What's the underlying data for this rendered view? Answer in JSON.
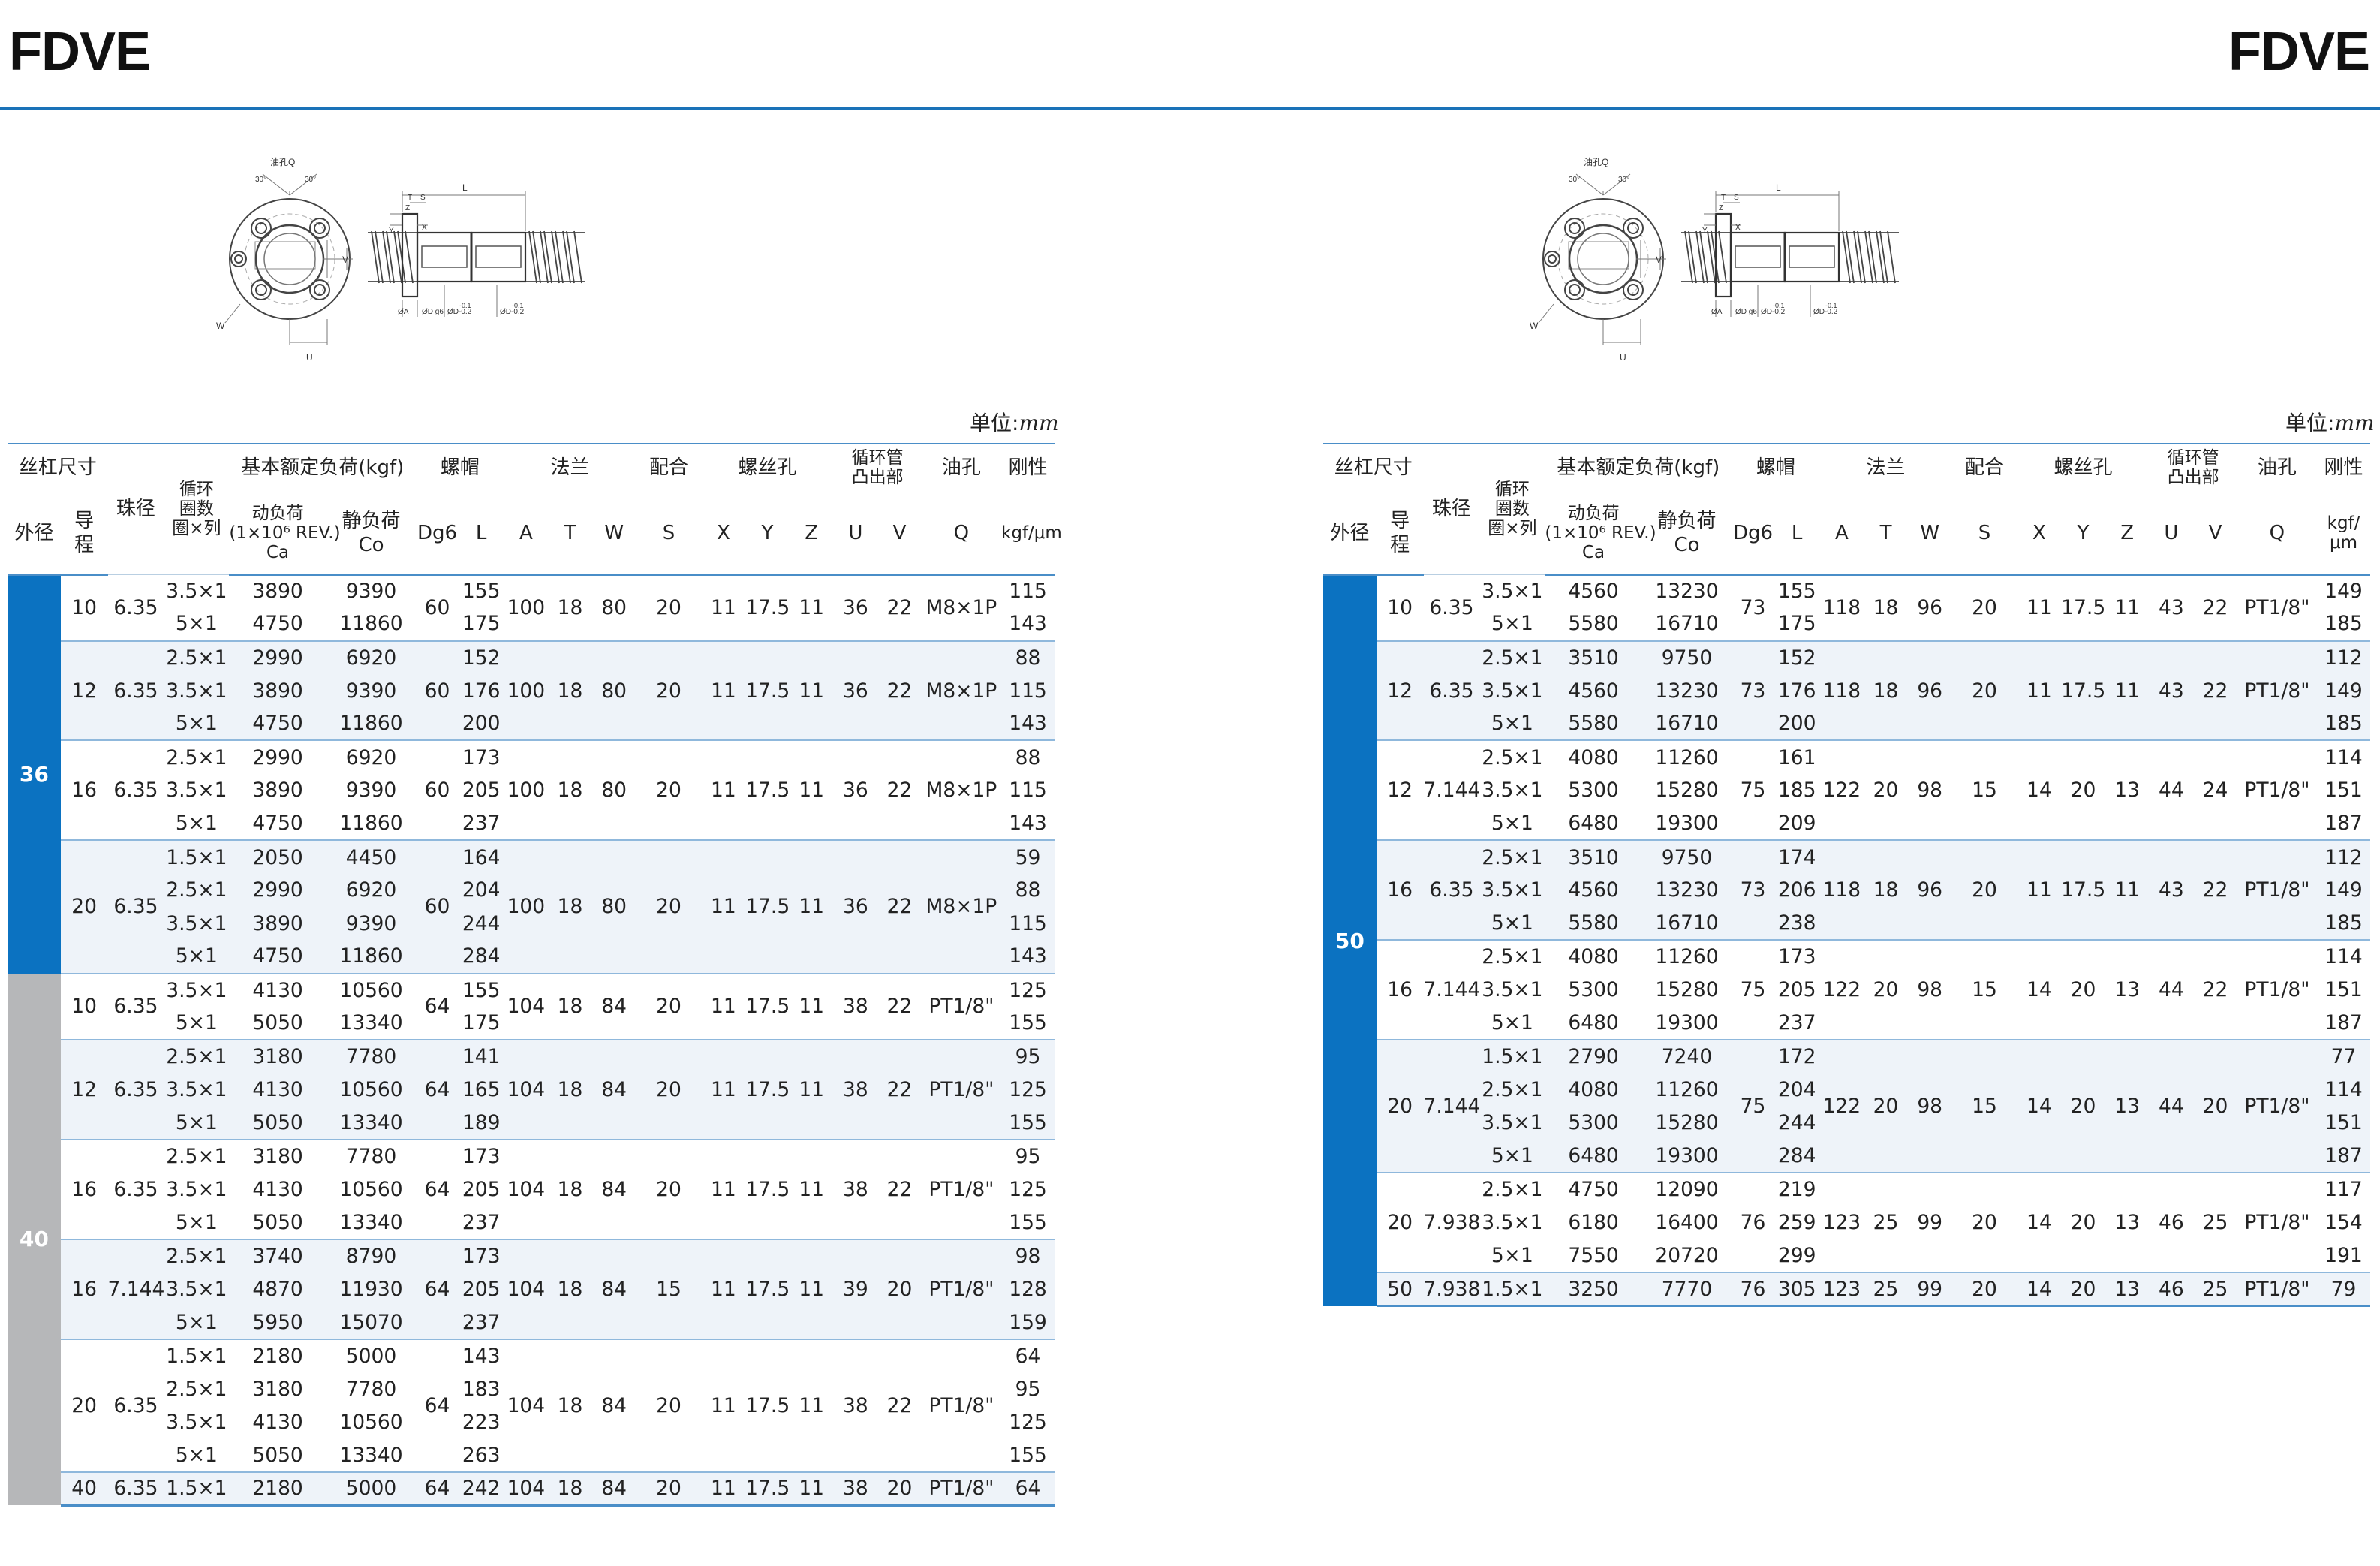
{
  "page": {
    "brand_left": "FDVE",
    "brand_right": "FDVE",
    "unit_label": "单位:",
    "unit_value": "mm"
  },
  "drawing_labels": {
    "oil_hole": "油孔Q",
    "angle_a": "30°",
    "angle_b": "30°",
    "w": "W",
    "u": "U",
    "v": "V",
    "l": "L",
    "t": "T",
    "s": "S",
    "z": "Z",
    "y": "Y",
    "x": "X",
    "da": "ØA",
    "dg6": "ØD g6",
    "dd1": "ØD-0.2",
    "dd2": "ØD-0.2",
    "tol1": "-0.1",
    "tol2": "-0.1"
  },
  "header": {
    "screw_size": "丝杠尺寸",
    "ball_dia": "珠径",
    "circuits": "循环\n圈数\n圈×列",
    "load_rating": "基本额定负荷(kgf)",
    "nut": "螺帽",
    "flange": "法兰",
    "fit": "配合",
    "screw_hole": "螺丝孔",
    "return_tube": "循环管\n凸出部",
    "oil_hole": "油孔",
    "stiffness": "刚性",
    "outer_dia": "外径",
    "lead": "导\n程",
    "dynamic": "动负荷\n(1×10⁶ REV.)\nCa",
    "static": "静负荷\nCo",
    "dg6": "Dg6",
    "l": "L",
    "a": "A",
    "t": "T",
    "w": "W",
    "s": "S",
    "x": "X",
    "y": "Y",
    "z": "Z",
    "u": "U",
    "v": "V",
    "q": "Q",
    "stiff_unit_left": "kgf/μm",
    "stiff_unit_right": "kgf/\nμm"
  },
  "left_table": {
    "blocks": [
      {
        "outer": "36",
        "groups": [
          {
            "lead": "10",
            "ball": "6.35",
            "dg6": "60",
            "a": "100",
            "t": "18",
            "w": "80",
            "s": "20",
            "x": "11",
            "y": "17.5",
            "z": "11",
            "u": "36",
            "v": "22",
            "q": "M8×1P",
            "rows": [
              {
                "c": "3.5×1",
                "ca": "3890",
                "co": "9390",
                "l": "155",
                "k": "115"
              },
              {
                "c": "5×1",
                "ca": "4750",
                "co": "11860",
                "l": "175",
                "k": "143"
              }
            ]
          },
          {
            "lead": "12",
            "ball": "6.35",
            "dg6": "60",
            "a": "100",
            "t": "18",
            "w": "80",
            "s": "20",
            "x": "11",
            "y": "17.5",
            "z": "11",
            "u": "36",
            "v": "22",
            "q": "M8×1P",
            "rows": [
              {
                "c": "2.5×1",
                "ca": "2990",
                "co": "6920",
                "l": "152",
                "k": "88"
              },
              {
                "c": "3.5×1",
                "ca": "3890",
                "co": "9390",
                "l": "176",
                "k": "115"
              },
              {
                "c": "5×1",
                "ca": "4750",
                "co": "11860",
                "l": "200",
                "k": "143"
              }
            ]
          },
          {
            "lead": "16",
            "ball": "6.35",
            "dg6": "60",
            "a": "100",
            "t": "18",
            "w": "80",
            "s": "20",
            "x": "11",
            "y": "17.5",
            "z": "11",
            "u": "36",
            "v": "22",
            "q": "M8×1P",
            "rows": [
              {
                "c": "2.5×1",
                "ca": "2990",
                "co": "6920",
                "l": "173",
                "k": "88"
              },
              {
                "c": "3.5×1",
                "ca": "3890",
                "co": "9390",
                "l": "205",
                "k": "115"
              },
              {
                "c": "5×1",
                "ca": "4750",
                "co": "11860",
                "l": "237",
                "k": "143"
              }
            ]
          },
          {
            "lead": "20",
            "ball": "6.35",
            "dg6": "60",
            "a": "100",
            "t": "18",
            "w": "80",
            "s": "20",
            "x": "11",
            "y": "17.5",
            "z": "11",
            "u": "36",
            "v": "22",
            "q": "M8×1P",
            "rows": [
              {
                "c": "1.5×1",
                "ca": "2050",
                "co": "4450",
                "l": "164",
                "k": "59"
              },
              {
                "c": "2.5×1",
                "ca": "2990",
                "co": "6920",
                "l": "204",
                "k": "88"
              },
              {
                "c": "3.5×1",
                "ca": "3890",
                "co": "9390",
                "l": "244",
                "k": "115"
              },
              {
                "c": "5×1",
                "ca": "4750",
                "co": "11860",
                "l": "284",
                "k": "143"
              }
            ]
          }
        ]
      },
      {
        "outer": "40",
        "groups": [
          {
            "lead": "10",
            "ball": "6.35",
            "dg6": "64",
            "a": "104",
            "t": "18",
            "w": "84",
            "s": "20",
            "x": "11",
            "y": "17.5",
            "z": "11",
            "u": "38",
            "v": "22",
            "q": "PT1/8\"",
            "rows": [
              {
                "c": "3.5×1",
                "ca": "4130",
                "co": "10560",
                "l": "155",
                "k": "125"
              },
              {
                "c": "5×1",
                "ca": "5050",
                "co": "13340",
                "l": "175",
                "k": "155"
              }
            ]
          },
          {
            "lead": "12",
            "ball": "6.35",
            "dg6": "64",
            "a": "104",
            "t": "18",
            "w": "84",
            "s": "20",
            "x": "11",
            "y": "17.5",
            "z": "11",
            "u": "38",
            "v": "22",
            "q": "PT1/8\"",
            "rows": [
              {
                "c": "2.5×1",
                "ca": "3180",
                "co": "7780",
                "l": "141",
                "k": "95"
              },
              {
                "c": "3.5×1",
                "ca": "4130",
                "co": "10560",
                "l": "165",
                "k": "125"
              },
              {
                "c": "5×1",
                "ca": "5050",
                "co": "13340",
                "l": "189",
                "k": "155"
              }
            ]
          },
          {
            "lead": "16",
            "ball": "6.35",
            "dg6": "64",
            "a": "104",
            "t": "18",
            "w": "84",
            "s": "20",
            "x": "11",
            "y": "17.5",
            "z": "11",
            "u": "38",
            "v": "22",
            "q": "PT1/8\"",
            "rows": [
              {
                "c": "2.5×1",
                "ca": "3180",
                "co": "7780",
                "l": "173",
                "k": "95"
              },
              {
                "c": "3.5×1",
                "ca": "4130",
                "co": "10560",
                "l": "205",
                "k": "125"
              },
              {
                "c": "5×1",
                "ca": "5050",
                "co": "13340",
                "l": "237",
                "k": "155"
              }
            ]
          },
          {
            "lead": "16",
            "ball": "7.144",
            "dg6": "64",
            "a": "104",
            "t": "18",
            "w": "84",
            "s": "15",
            "x": "11",
            "y": "17.5",
            "z": "11",
            "u": "39",
            "v": "20",
            "q": "PT1/8\"",
            "rows": [
              {
                "c": "2.5×1",
                "ca": "3740",
                "co": "8790",
                "l": "173",
                "k": "98"
              },
              {
                "c": "3.5×1",
                "ca": "4870",
                "co": "11930",
                "l": "205",
                "k": "128"
              },
              {
                "c": "5×1",
                "ca": "5950",
                "co": "15070",
                "l": "237",
                "k": "159"
              }
            ]
          },
          {
            "lead": "20",
            "ball": "6.35",
            "dg6": "64",
            "a": "104",
            "t": "18",
            "w": "84",
            "s": "20",
            "x": "11",
            "y": "17.5",
            "z": "11",
            "u": "38",
            "v": "22",
            "q": "PT1/8\"",
            "rows": [
              {
                "c": "1.5×1",
                "ca": "2180",
                "co": "5000",
                "l": "143",
                "k": "64"
              },
              {
                "c": "2.5×1",
                "ca": "3180",
                "co": "7780",
                "l": "183",
                "k": "95"
              },
              {
                "c": "3.5×1",
                "ca": "4130",
                "co": "10560",
                "l": "223",
                "k": "125"
              },
              {
                "c": "5×1",
                "ca": "5050",
                "co": "13340",
                "l": "263",
                "k": "155"
              }
            ]
          },
          {
            "lead": "40",
            "ball": "6.35",
            "dg6": "64",
            "a": "104",
            "t": "18",
            "w": "84",
            "s": "20",
            "x": "11",
            "y": "17.5",
            "z": "11",
            "u": "38",
            "v": "20",
            "q": "PT1/8\"",
            "rows": [
              {
                "c": "1.5×1",
                "ca": "2180",
                "co": "5000",
                "l": "242",
                "k": "64"
              }
            ]
          }
        ]
      }
    ]
  },
  "right_table": {
    "blocks": [
      {
        "outer": "50",
        "groups": [
          {
            "lead": "10",
            "ball": "6.35",
            "dg6": "73",
            "a": "118",
            "t": "18",
            "w": "96",
            "s": "20",
            "x": "11",
            "y": "17.5",
            "z": "11",
            "u": "43",
            "v": "22",
            "q": "PT1/8\"",
            "rows": [
              {
                "c": "3.5×1",
                "ca": "4560",
                "co": "13230",
                "l": "155",
                "k": "149"
              },
              {
                "c": "5×1",
                "ca": "5580",
                "co": "16710",
                "l": "175",
                "k": "185"
              }
            ]
          },
          {
            "lead": "12",
            "ball": "6.35",
            "dg6": "73",
            "a": "118",
            "t": "18",
            "w": "96",
            "s": "20",
            "x": "11",
            "y": "17.5",
            "z": "11",
            "u": "43",
            "v": "22",
            "q": "PT1/8\"",
            "rows": [
              {
                "c": "2.5×1",
                "ca": "3510",
                "co": "9750",
                "l": "152",
                "k": "112"
              },
              {
                "c": "3.5×1",
                "ca": "4560",
                "co": "13230",
                "l": "176",
                "k": "149"
              },
              {
                "c": "5×1",
                "ca": "5580",
                "co": "16710",
                "l": "200",
                "k": "185"
              }
            ]
          },
          {
            "lead": "12",
            "ball": "7.144",
            "dg6": "75",
            "a": "122",
            "t": "20",
            "w": "98",
            "s": "15",
            "x": "14",
            "y": "20",
            "z": "13",
            "u": "44",
            "v": "24",
            "q": "PT1/8\"",
            "rows": [
              {
                "c": "2.5×1",
                "ca": "4080",
                "co": "11260",
                "l": "161",
                "k": "114"
              },
              {
                "c": "3.5×1",
                "ca": "5300",
                "co": "15280",
                "l": "185",
                "k": "151"
              },
              {
                "c": "5×1",
                "ca": "6480",
                "co": "19300",
                "l": "209",
                "k": "187"
              }
            ]
          },
          {
            "lead": "16",
            "ball": "6.35",
            "dg6": "73",
            "a": "118",
            "t": "18",
            "w": "96",
            "s": "20",
            "x": "11",
            "y": "17.5",
            "z": "11",
            "u": "43",
            "v": "22",
            "q": "PT1/8\"",
            "rows": [
              {
                "c": "2.5×1",
                "ca": "3510",
                "co": "9750",
                "l": "174",
                "k": "112"
              },
              {
                "c": "3.5×1",
                "ca": "4560",
                "co": "13230",
                "l": "206",
                "k": "149"
              },
              {
                "c": "5×1",
                "ca": "5580",
                "co": "16710",
                "l": "238",
                "k": "185"
              }
            ]
          },
          {
            "lead": "16",
            "ball": "7.144",
            "dg6": "75",
            "a": "122",
            "t": "20",
            "w": "98",
            "s": "15",
            "x": "14",
            "y": "20",
            "z": "13",
            "u": "44",
            "v": "22",
            "q": "PT1/8\"",
            "rows": [
              {
                "c": "2.5×1",
                "ca": "4080",
                "co": "11260",
                "l": "173",
                "k": "114"
              },
              {
                "c": "3.5×1",
                "ca": "5300",
                "co": "15280",
                "l": "205",
                "k": "151"
              },
              {
                "c": "5×1",
                "ca": "6480",
                "co": "19300",
                "l": "237",
                "k": "187"
              }
            ]
          },
          {
            "lead": "20",
            "ball": "7.144",
            "dg6": "75",
            "a": "122",
            "t": "20",
            "w": "98",
            "s": "15",
            "x": "14",
            "y": "20",
            "z": "13",
            "u": "44",
            "v": "20",
            "q": "PT1/8\"",
            "rows": [
              {
                "c": "1.5×1",
                "ca": "2790",
                "co": "7240",
                "l": "172",
                "k": "77"
              },
              {
                "c": "2.5×1",
                "ca": "4080",
                "co": "11260",
                "l": "204",
                "k": "114"
              },
              {
                "c": "3.5×1",
                "ca": "5300",
                "co": "15280",
                "l": "244",
                "k": "151"
              },
              {
                "c": "5×1",
                "ca": "6480",
                "co": "19300",
                "l": "284",
                "k": "187"
              }
            ]
          },
          {
            "lead": "20",
            "ball": "7.938",
            "dg6": "76",
            "a": "123",
            "t": "25",
            "w": "99",
            "s": "20",
            "x": "14",
            "y": "20",
            "z": "13",
            "u": "46",
            "v": "25",
            "q": "PT1/8\"",
            "rows": [
              {
                "c": "2.5×1",
                "ca": "4750",
                "co": "12090",
                "l": "219",
                "k": "117"
              },
              {
                "c": "3.5×1",
                "ca": "6180",
                "co": "16400",
                "l": "259",
                "k": "154"
              },
              {
                "c": "5×1",
                "ca": "7550",
                "co": "20720",
                "l": "299",
                "k": "191"
              }
            ]
          },
          {
            "lead": "50",
            "ball": "7.938",
            "dg6": "76",
            "a": "123",
            "t": "25",
            "w": "99",
            "s": "20",
            "x": "14",
            "y": "20",
            "z": "13",
            "u": "46",
            "v": "25",
            "q": "PT1/8\"",
            "rows": [
              {
                "c": "1.5×1",
                "ca": "3250",
                "co": "7770",
                "l": "305",
                "k": "79"
              }
            ]
          }
        ]
      }
    ]
  },
  "colors": {
    "accent": "#0b72c1",
    "band_grey": "#b6b7b9",
    "rule": "#1a72b8"
  }
}
